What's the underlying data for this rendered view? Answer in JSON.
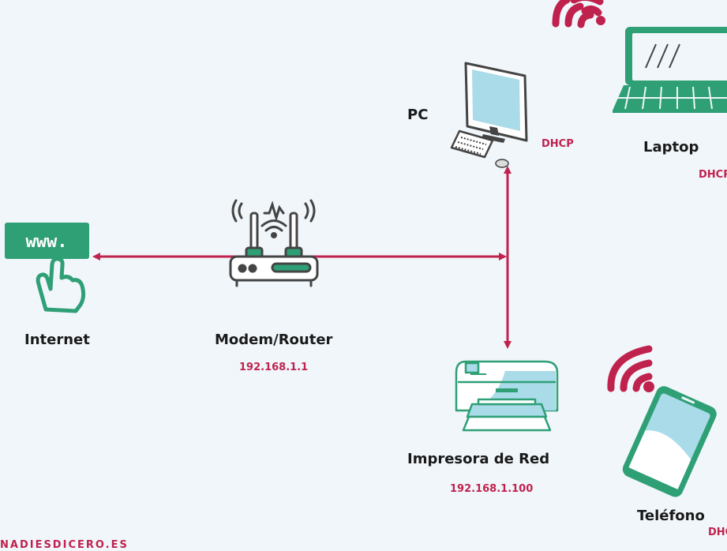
{
  "nodes": {
    "internet": {
      "label": "Internet",
      "icon": "www-hand-icon"
    },
    "router": {
      "label": "Modem/Router",
      "address": "192.168.1.1",
      "icon": "router-icon"
    },
    "pc": {
      "label": "PC",
      "address": "DHCP",
      "icon": "desktop-computer-icon"
    },
    "laptop": {
      "label": "Laptop",
      "address": "DHCP",
      "icon": "laptop-icon"
    },
    "printer": {
      "label": "Impresora de Red",
      "address": "192.168.1.100",
      "icon": "printer-icon"
    },
    "phone": {
      "label": "Teléfono",
      "address": "DHCP",
      "icon": "smartphone-icon"
    }
  },
  "internet_badge": "www.",
  "footer": "NADIESDICERO.ES",
  "colors": {
    "background": "#f0f6fa",
    "link": "#c0224e",
    "accent": "#2f9f76",
    "wifi": "#c0224e",
    "screen": "#a9dbe9"
  }
}
